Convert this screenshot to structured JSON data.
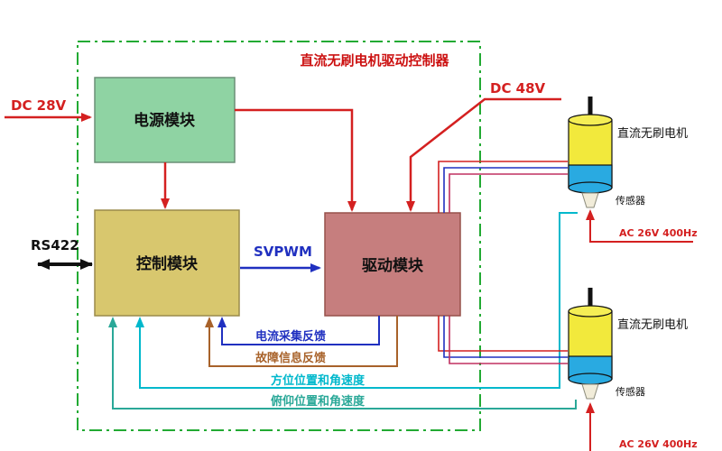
{
  "diagram": {
    "title": "直流无刷电机驱动控制器",
    "blocks": {
      "power": "电源模块",
      "control": "控制模块",
      "drive": "驱动模块"
    },
    "inputs": {
      "dc28": "DC 28V",
      "dc48": "DC 48V",
      "rs422": "RS422"
    },
    "signals": {
      "svpwm": "SVPWM",
      "current_feedback": "电流采集反馈",
      "fault_feedback": "故障信息反馈",
      "azimuth_feedback": "方位位置和角速度",
      "pitch_feedback": "俯仰位置和角速度"
    },
    "motor_top": {
      "label": "直流无刷电机",
      "sensor": "传感器",
      "supply": "AC 26V 400Hz"
    },
    "motor_bottom": {
      "label": "直流无刷电机",
      "sensor": "传感器",
      "supply": "AC 26V 400Hz"
    },
    "colors": {
      "power_block": "#8fd3a3",
      "control_block": "#d8c76e",
      "drive_block": "#c67e7e",
      "boundary_green": "#22aa33",
      "signal_red": "#d42020",
      "signal_blue": "#2030c0",
      "signal_brown": "#a8622a",
      "signal_cyan": "#00b8cc",
      "signal_teal": "#2aa898",
      "motor_yellow": "#f2e93c",
      "motor_blue": "#29aae1"
    }
  }
}
